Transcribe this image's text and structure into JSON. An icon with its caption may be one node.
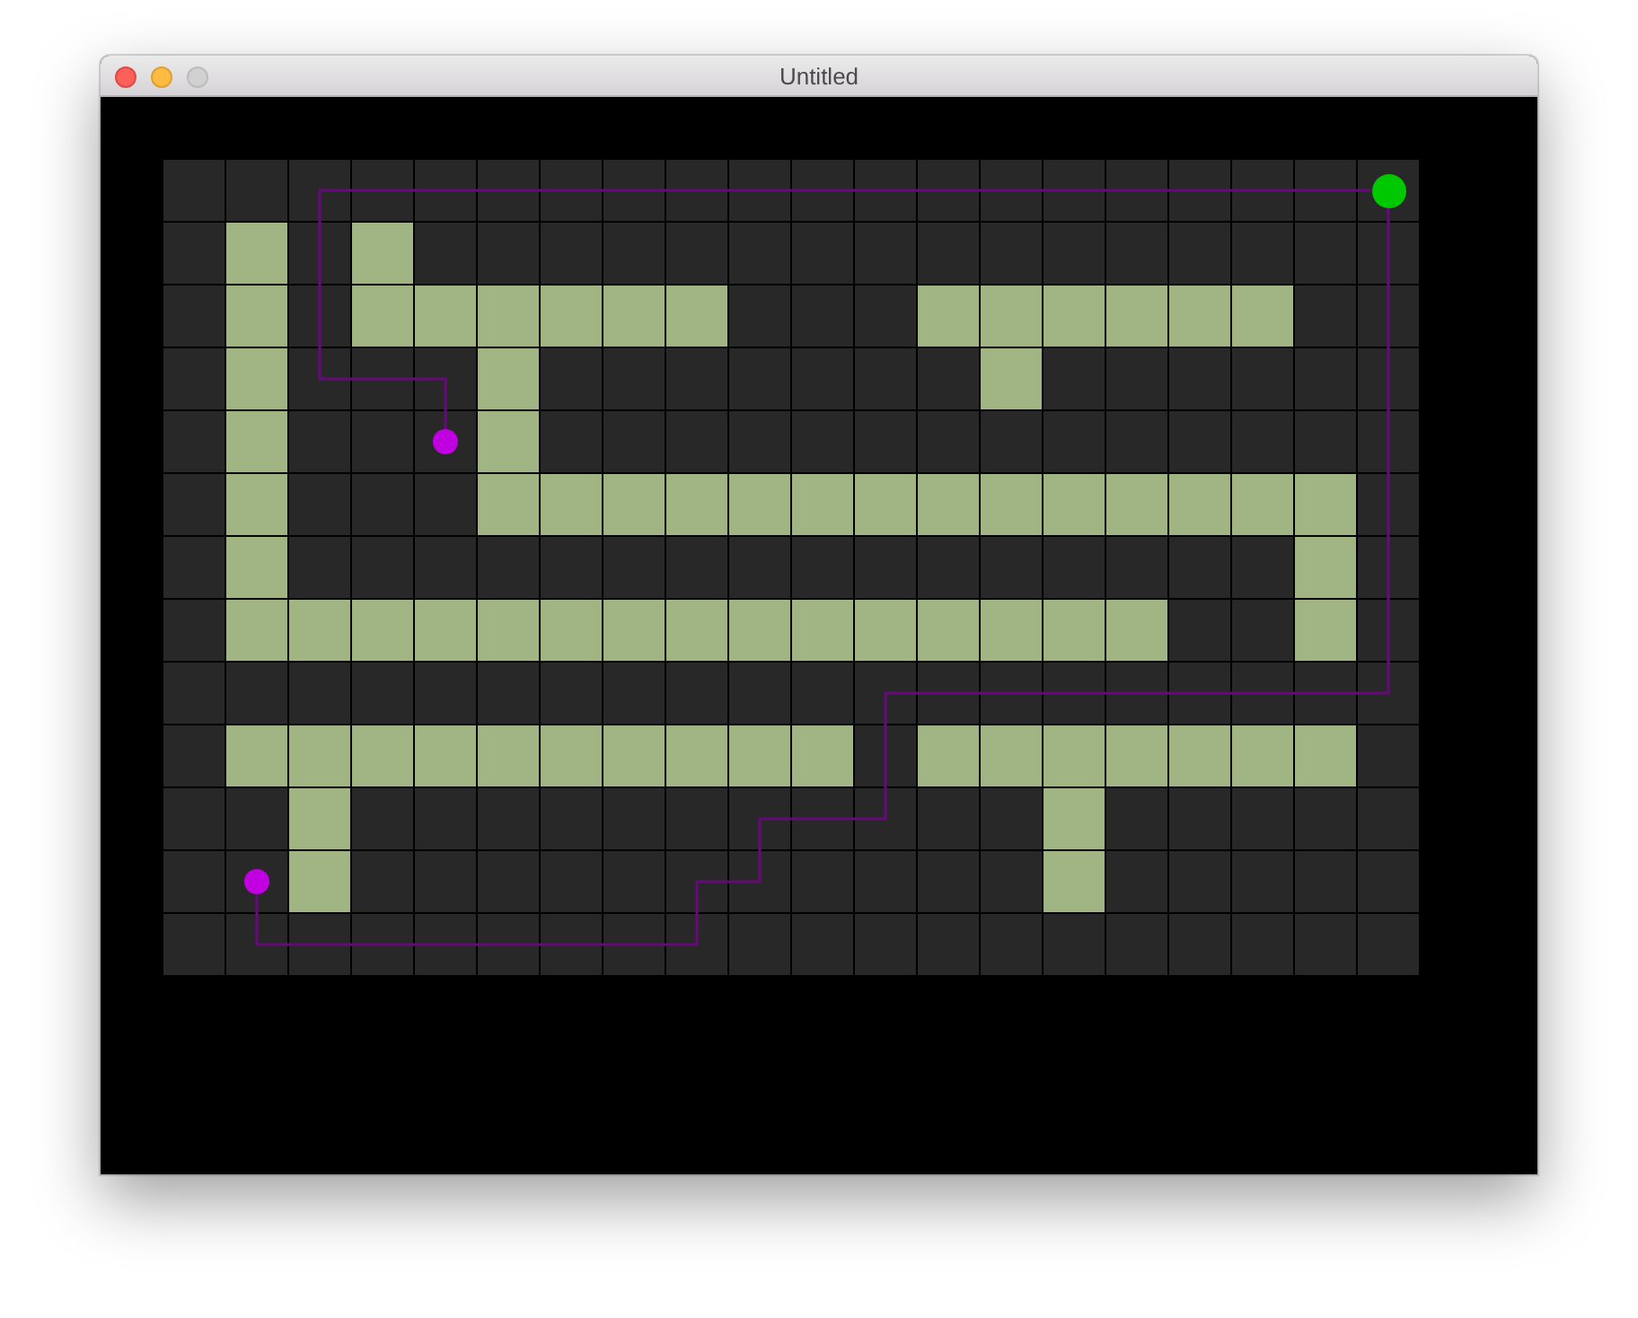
{
  "diagram": {
    "title": "Untitled",
    "nodes": [
      {
        "text": [],
        "shape": "circle"
      },
      {
        "text": [],
        "shape": "circle"
      },
      {
        "text": [],
        "shape": "circle"
      }
    ],
    "edges": [
      {
        "from": 1,
        "to": 0,
        "arrow": "none"
      },
      {
        "from": 2,
        "to": 0,
        "arrow": "none"
      }
    ]
  }
}
